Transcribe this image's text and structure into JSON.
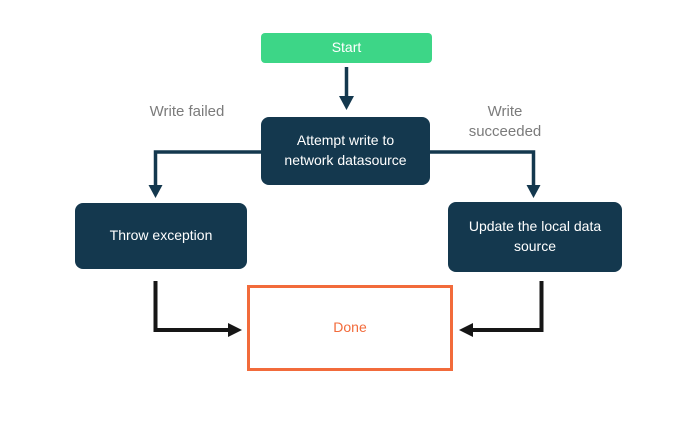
{
  "flowchart": {
    "nodes": {
      "start": {
        "label": "Start"
      },
      "attempt": {
        "label": "Attempt write to network datasource"
      },
      "throw": {
        "label": "Throw exception"
      },
      "update": {
        "label": "Update the local data source"
      },
      "done": {
        "label": "Done"
      }
    },
    "edge_labels": {
      "failed": "Write failed",
      "succeeded": "Write succeeded"
    }
  },
  "colors": {
    "start_fill": "#3DD687",
    "node_fill": "#14384E",
    "node_text": "#FFFFFF",
    "done_border": "#F26B3B",
    "done_text": "#F26B3B",
    "edge_label": "#7B7B7B",
    "connector_navy": "#14384E",
    "connector_black": "#161616",
    "canvas_bg": "#FFFFFF"
  }
}
